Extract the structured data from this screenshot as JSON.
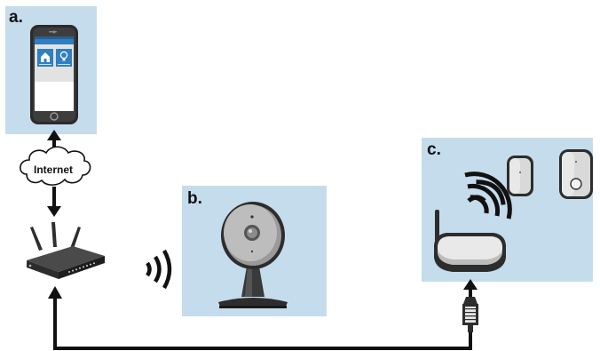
{
  "labels": {
    "panel_a": "a.",
    "panel_b": "b.",
    "panel_c": "c."
  },
  "cloud": {
    "text": "Internet"
  },
  "phone_app": {
    "tiles": [
      {
        "icon": "home-icon",
        "caption": ""
      },
      {
        "icon": "bulb-icon",
        "caption": ""
      }
    ]
  },
  "colors": {
    "panel_bg": "#c5dcec",
    "line": "#111111",
    "phone_accent": "#2f7fc3"
  },
  "devices": {
    "a": "smartphone",
    "b": "camera",
    "c": [
      "hub",
      "sensor",
      "sensor"
    ]
  }
}
